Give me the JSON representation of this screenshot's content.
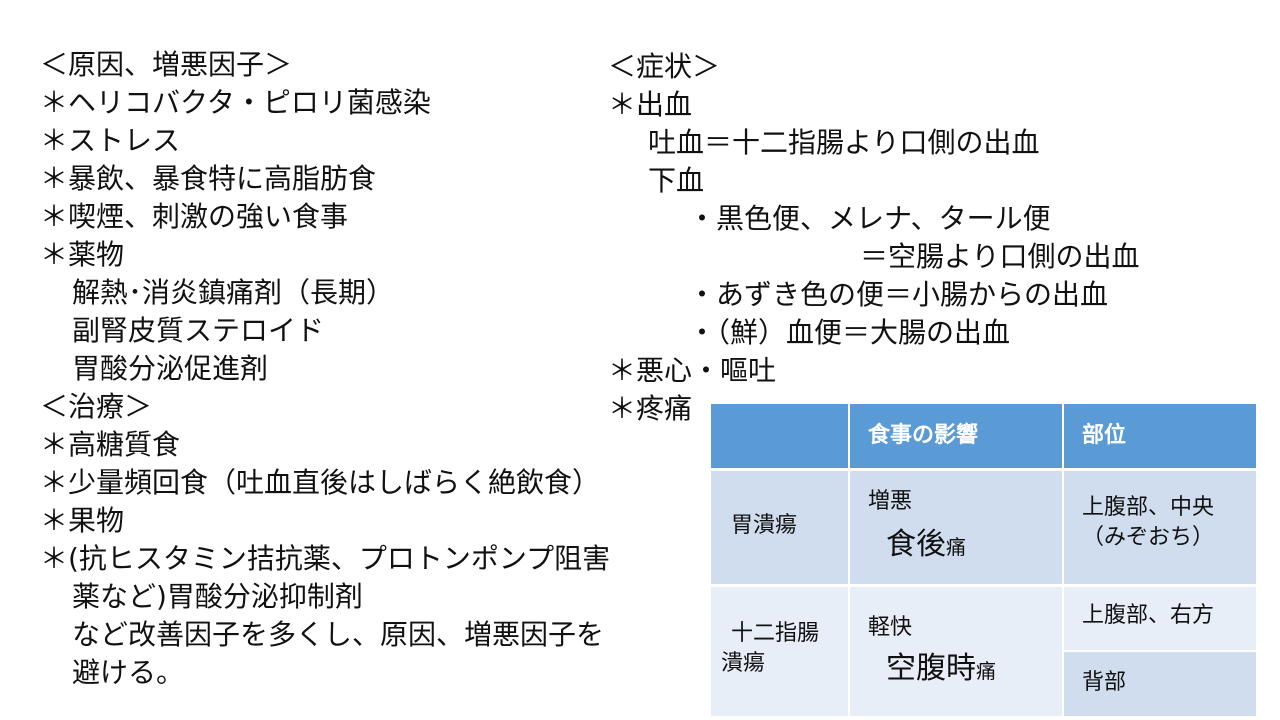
{
  "left": {
    "lines": [
      "＜原因、増悪因子＞",
      "＊ヘリコバクタ・ピロリ菌感染",
      "＊ストレス",
      "＊暴飲、暴食特に高脂肪食",
      "＊喫煙、刺激の強い食事",
      "＊薬物",
      "解熱･消炎鎮痛剤（長期）",
      "副腎皮質ステロイド",
      "胃酸分泌促進剤",
      "＜治療＞",
      "＊高糖質食",
      "＊少量頻回食（吐血直後はしばらく絶飲食）",
      "＊果物",
      "＊(抗ヒスタミン拮抗薬、プロトンポンプ阻害",
      "薬など)胃酸分泌抑制剤",
      "など改善因子を多くし、原因、増悪因子を",
      "避ける。"
    ]
  },
  "right": {
    "lines": [
      "＜症状＞",
      "＊出血",
      "吐血＝十二指腸より口側の出血",
      "下血",
      "・黒色便、メレナ、タール便",
      "＝空腸より口側の出血",
      "・あずき色の便＝小腸からの出血",
      "・（鮮）血便＝大腸の出血",
      "＊悪心・嘔吐",
      "＊疼痛"
    ]
  },
  "table": {
    "headers": [
      "",
      "食事の影響",
      "部位"
    ],
    "rows": [
      {
        "name": "胃潰瘍",
        "effect_word": "増悪",
        "pain_time": "食後",
        "pain_suffix": "痛",
        "location": [
          "上腹部、中央",
          "（みぞおち）"
        ]
      },
      {
        "name": [
          "十二指腸",
          "潰瘍"
        ],
        "effect_word": "軽快",
        "pain_time": "空腹時",
        "pain_suffix": "痛",
        "location": [
          "上腹部、右方"
        ],
        "location_extra": "背部"
      }
    ]
  },
  "colors": {
    "header_bg": "#5b9bd5",
    "row_dark": "#cfddee",
    "row_light": "#e8eef7",
    "text": "#111111"
  }
}
